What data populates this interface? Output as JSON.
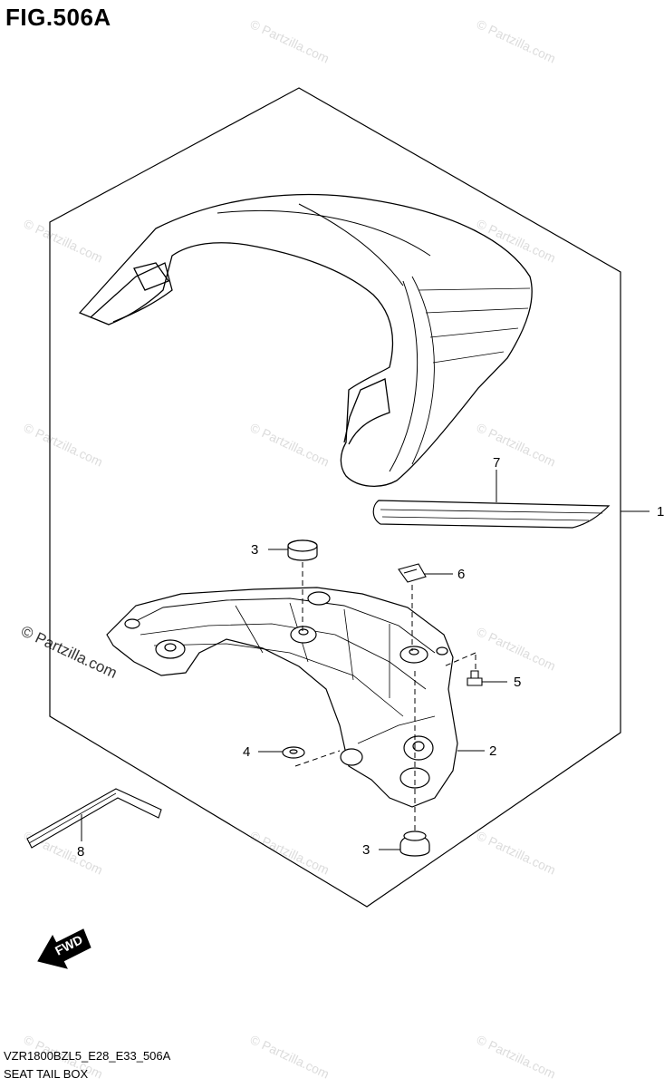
{
  "figure": {
    "title": "FIG.506A",
    "model_code": "VZR1800BZL5_E28_E33_506A",
    "section_name": "SEAT TAIL BOX"
  },
  "watermark": {
    "text": "© Partzilla.com"
  },
  "direction_arrow": {
    "label": "FWD"
  },
  "callouts": [
    {
      "id": "1",
      "label": "1"
    },
    {
      "id": "2",
      "label": "2"
    },
    {
      "id": "3a",
      "label": "3"
    },
    {
      "id": "3b",
      "label": "3"
    },
    {
      "id": "4",
      "label": "4"
    },
    {
      "id": "5",
      "label": "5"
    },
    {
      "id": "6",
      "label": "6"
    },
    {
      "id": "7",
      "label": "7"
    },
    {
      "id": "8",
      "label": "8"
    }
  ]
}
